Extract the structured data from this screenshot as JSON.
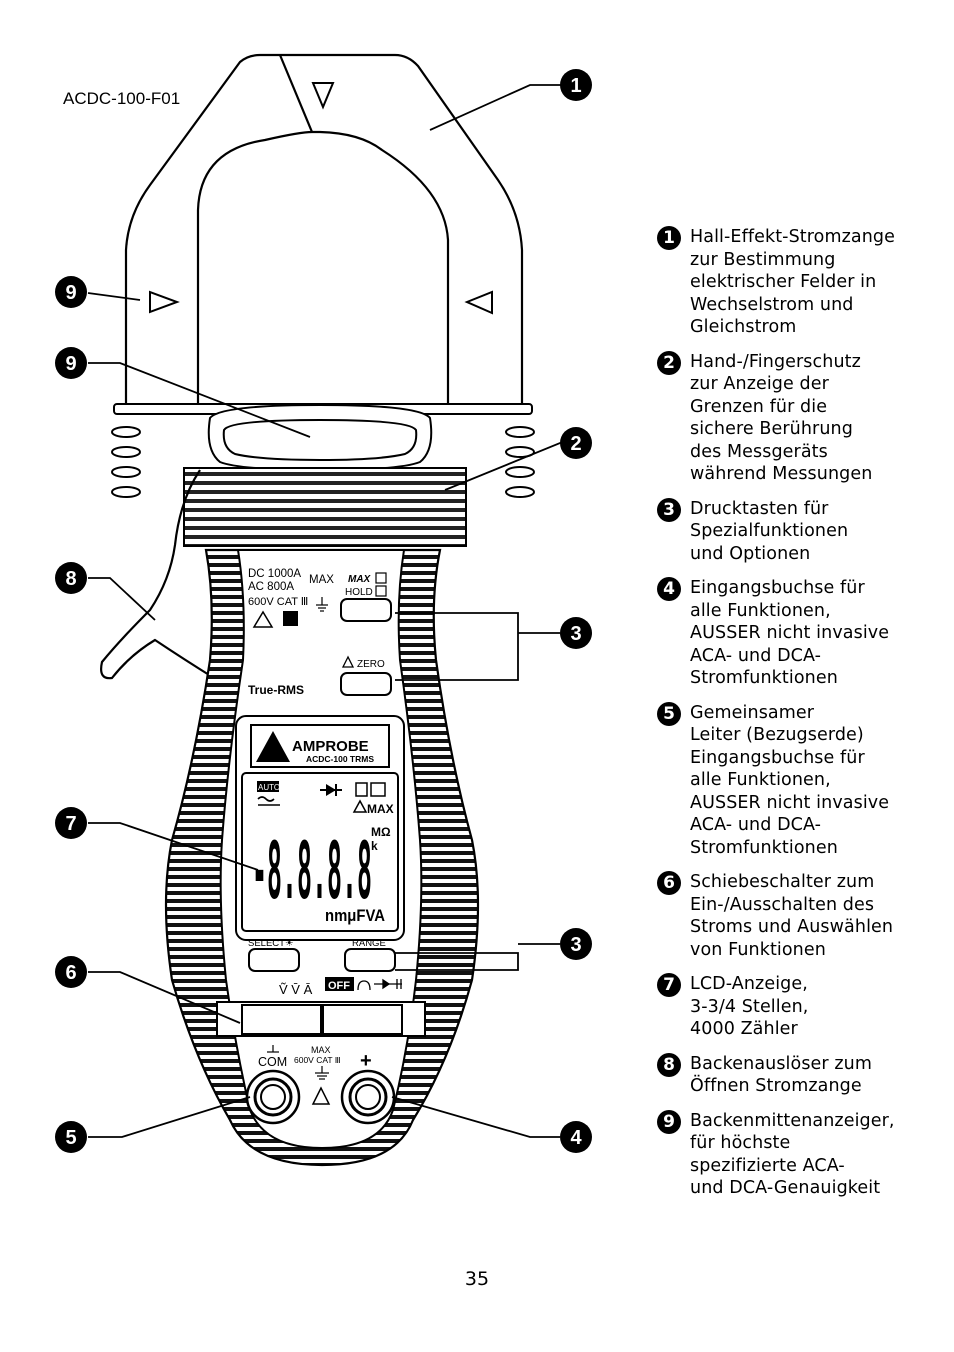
{
  "figure": {
    "id_label": "ACDC-100-F01",
    "panel": {
      "dc_rating": "DC 1000A",
      "ac_rating": "AC  800A",
      "max_label": "MAX",
      "cat_rating": "600V CAT Ⅲ",
      "maxhold_label_1": "MAX",
      "maxhold_label_2": "HOLD",
      "zero_label": "ZERO",
      "true_rms": "True-RMS"
    },
    "brand": {
      "name": "AMPROBE",
      "model": "ACDC-100 TRMS"
    },
    "lcd": {
      "auto": "AUTO",
      "max": "MAX",
      "digits": "-8.8.8.8",
      "units_right": "MΩ",
      "unit_k": "k",
      "units_bottom": "nmμFVA"
    },
    "buttons": {
      "select_label": "SELECT☀",
      "range_label": "RANGE"
    },
    "switch": {
      "off_label": "OFF",
      "positions": "Ṽ  V̄  Ā"
    },
    "jacks": {
      "com_label": "COM",
      "max_label": "MAX",
      "cat_label": "600V CAT Ⅲ",
      "plus_label": "+"
    },
    "callouts": [
      "1",
      "9",
      "9",
      "2",
      "8",
      "3",
      "7",
      "3",
      "6",
      "5",
      "4"
    ]
  },
  "legend": [
    {
      "num": "1",
      "text": "Hall-Effekt-Stromzange\nzur Bestimmung\nelektrischer Felder in\nWechselstrom und\nGleichstrom"
    },
    {
      "num": "2",
      "text": "Hand-/Fingerschutz\nzur Anzeige der\nGrenzen für die\nsichere Berührung\ndes Messgeräts\nwährend Messungen"
    },
    {
      "num": "3",
      "text": "Drucktasten für\nSpezialfunktionen\nund Optionen"
    },
    {
      "num": "4",
      "text": "Eingangsbuchse für\nalle Funktionen,\nAUSSER nicht invasive\nACA- und DCA-\nStromfunktionen"
    },
    {
      "num": "5",
      "text": "Gemeinsamer\nLeiter (Bezugserde)\nEingangsbuchse für\nalle Funktionen,\nAUSSER nicht invasive\nACA- und DCA-\nStromfunktionen"
    },
    {
      "num": "6",
      "text": "Schiebeschalter zum\nEin-/Ausschalten des\nStroms und Auswählen\nvon Funktionen"
    },
    {
      "num": "7",
      "text": "LCD-Anzeige,\n3-3/4 Stellen,\n4000 Zähler"
    },
    {
      "num": "8",
      "text": "Backenauslöser zum\nÖffnen Stromzange"
    },
    {
      "num": "9",
      "text": "Backenmittenanzeiger,\nfür höchste\nspezifizierte ACA-\nund DCA-Genauigkeit"
    }
  ],
  "page_number": "35"
}
